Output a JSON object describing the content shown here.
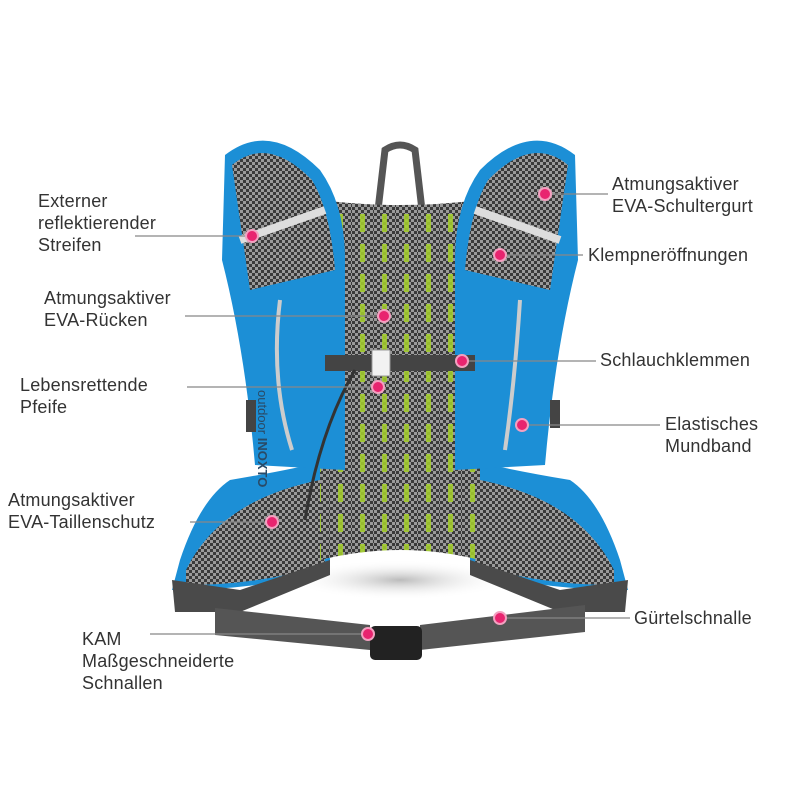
{
  "brand": {
    "prefix": "outdoor",
    "name": "INOXTO"
  },
  "colors": {
    "accent_blue": "#1c8fd6",
    "marker_pink": "#e8246f",
    "mesh_gray": "#5a5a5a",
    "mesh_green": "#a6d12a",
    "strap_gray": "#4a4a4a"
  },
  "annotations": {
    "left": [
      {
        "lines": [
          "Externer",
          "reflektierender",
          "Streifen"
        ]
      },
      {
        "lines": [
          "Atmungsaktiver",
          "EVA-Rücken"
        ]
      },
      {
        "lines": [
          "Lebensrettende",
          "Pfeife"
        ]
      },
      {
        "lines": [
          "Atmungsaktiver",
          "EVA-Taillenschutz"
        ]
      },
      {
        "lines": [
          "KAM",
          "Maßgeschneiderte",
          "Schnallen"
        ]
      }
    ],
    "right": [
      {
        "lines": [
          "Atmungsaktiver",
          "EVA-Schultergurt"
        ]
      },
      {
        "lines": [
          "Klempneröffnungen"
        ]
      },
      {
        "lines": [
          "Schlauchklemmen"
        ]
      },
      {
        "lines": [
          "Elastisches",
          "Mundband"
        ]
      },
      {
        "lines": [
          "Gürtelschnalle"
        ]
      }
    ]
  }
}
